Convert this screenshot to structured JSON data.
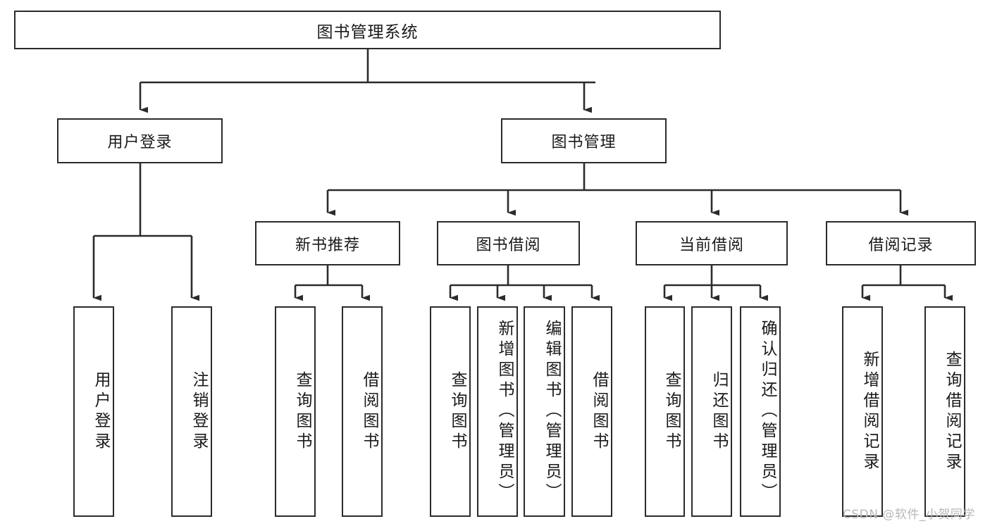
{
  "diagram": {
    "type": "hierarchy-tree",
    "title": "图书管理系统",
    "root": {
      "label": "图书管理系统"
    },
    "level2": [
      {
        "label": "用户登录"
      },
      {
        "label": "图书管理"
      }
    ],
    "level3": [
      {
        "label": "新书推荐"
      },
      {
        "label": "图书借阅"
      },
      {
        "label": "当前借阅"
      },
      {
        "label": "借阅记录"
      }
    ],
    "leaves": {
      "user_login": [
        {
          "label": "用户登录"
        },
        {
          "label": "注销登录"
        }
      ],
      "new_book_recommend": [
        {
          "label": "查询图书"
        },
        {
          "label": "借阅图书"
        }
      ],
      "book_borrow": [
        {
          "label": "查询图书"
        },
        {
          "label": "新增图书（管理员）"
        },
        {
          "label": "编辑图书（管理员）"
        },
        {
          "label": "借阅图书"
        }
      ],
      "current_borrow": [
        {
          "label": "查询图书"
        },
        {
          "label": "归还图书"
        },
        {
          "label": "确认归还（管理员）"
        }
      ],
      "borrow_records": [
        {
          "label": "新增借阅记录"
        },
        {
          "label": "查询借阅记录"
        }
      ]
    }
  },
  "watermark": {
    "text": "CSDN @软件_小贺同学"
  },
  "colors": {
    "stroke": "#2b2b2b",
    "background": "#ffffff",
    "text": "#1a1a1a",
    "watermark": "#b8b8b8"
  }
}
